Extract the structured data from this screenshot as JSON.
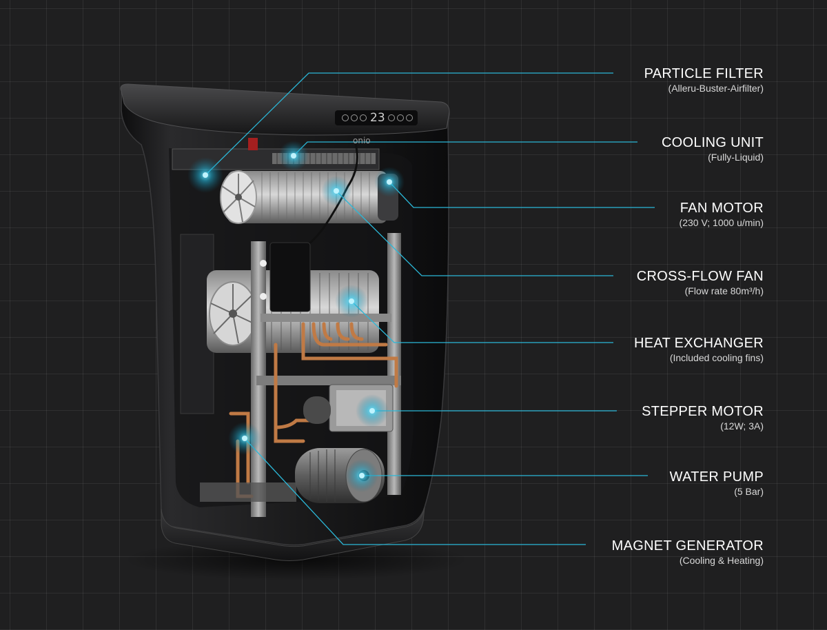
{
  "device": {
    "display_reading": "23",
    "brand": "onio"
  },
  "callouts": [
    {
      "title": "PARTICLE FILTER",
      "subtitle": "(Alleru-Buster-Airfilter)"
    },
    {
      "title": "COOLING UNIT",
      "subtitle": "(Fully-Liquid)"
    },
    {
      "title": "FAN MOTOR",
      "subtitle": "(230 V; 1000 u/min)"
    },
    {
      "title": "CROSS-FLOW FAN",
      "subtitle": "(Flow rate 80m³/h)"
    },
    {
      "title": "HEAT EXCHANGER",
      "subtitle": "(Included cooling fins)"
    },
    {
      "title": "STEPPER MOTOR",
      "subtitle": "(12W; 3A)"
    },
    {
      "title": "WATER PUMP",
      "subtitle": "(5 Bar)"
    },
    {
      "title": "MAGNET GENERATOR",
      "subtitle": "(Cooling & Heating)"
    }
  ],
  "colors": {
    "leader": "#2bb8d8",
    "glow": "#3fd3f2",
    "copper": "#c07a45"
  }
}
